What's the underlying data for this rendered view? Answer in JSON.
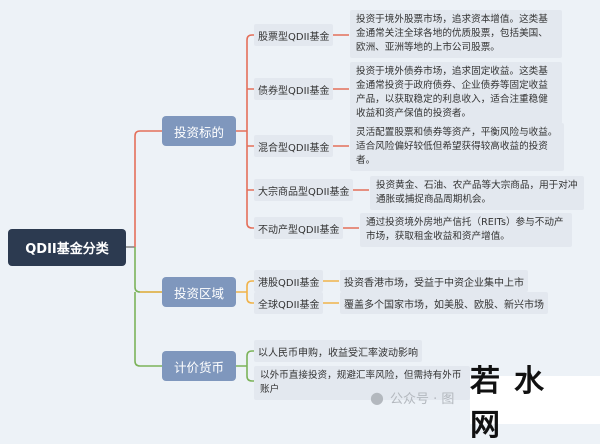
{
  "root": "QDII基金分类",
  "branches": [
    {
      "label": "投资标的",
      "color": "#e46f5a",
      "children": [
        {
          "label": "股票型QDII基金",
          "desc": "投资于境外股票市场，追求资本增值。这类基金通常关注全球各地的优质股票，包括美国、欧洲、亚洲等地的上市公司股票。"
        },
        {
          "label": "债券型QDII基金",
          "desc": "投资于境外债券市场，追求固定收益。这类基金通常投资于政府债券、企业债券等固定收益产品，以获取稳定的利息收入，适合注重稳健收益和资产保值的投资者。"
        },
        {
          "label": "混合型QDII基金",
          "desc": "灵活配置股票和债券等资产，平衡风险与收益。适合风险偏好较低但希望获得较高收益的投资者。"
        },
        {
          "label": "大宗商品型QDII基金",
          "desc": "投资黄金、石油、农产品等大宗商品，用于对冲通胀或捕捉商品周期机会。"
        },
        {
          "label": "不动产型QDII基金",
          "desc": "通过投资境外房地产信托（REITs）参与不动产市场，获取租金收益和资产增值。"
        }
      ]
    },
    {
      "label": "投资区域",
      "color": "#f0b34a",
      "children": [
        {
          "label": "港股QDII基金",
          "desc": "投资香港市场，受益于中资企业集中上市"
        },
        {
          "label": "全球QDII基金",
          "desc": "覆盖多个国家市场，如美股、欧股、新兴市场"
        }
      ]
    },
    {
      "label": "计价货币",
      "color": "#7cb35a",
      "children": [
        {
          "desc": "以人民币申购，收益受汇率波动影响"
        },
        {
          "desc": "以外币直接投资，规避汇率风险，但需持有外币账户"
        }
      ]
    }
  ],
  "watermark": {
    "text": "公众号 · 图",
    "logo": "若水网"
  }
}
